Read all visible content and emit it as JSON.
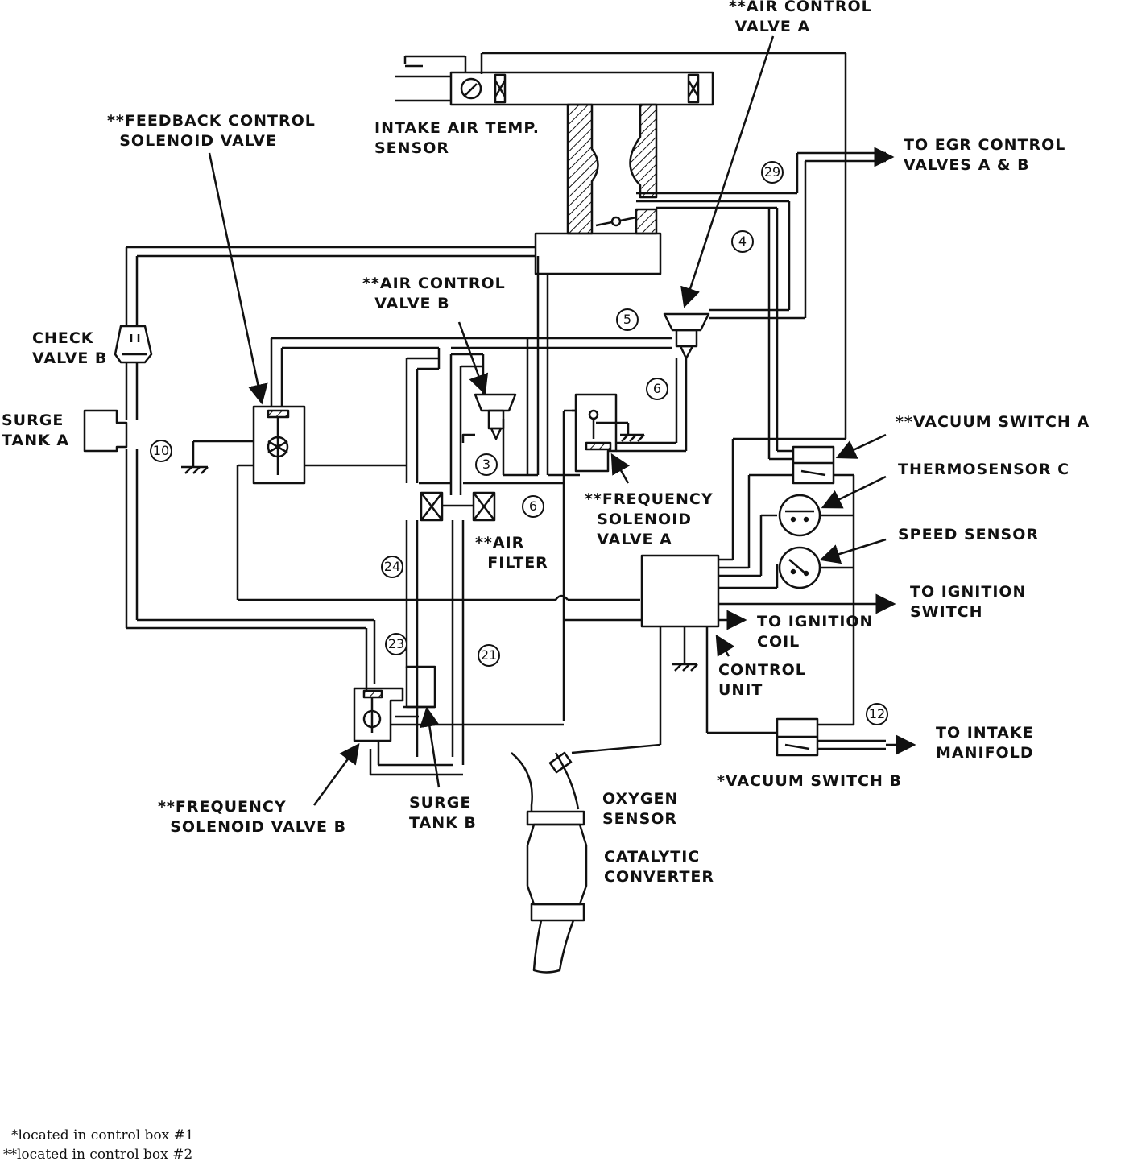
{
  "labels": {
    "air_control_valve_a": "**AIR CONTROL\n VALVE A",
    "intake_air_temp_sensor": "INTAKE AIR TEMP.\nSENSOR",
    "feedback_control_solenoid_valve": "**FEEDBACK CONTROL\n  SOLENOID VALVE",
    "to_egr_control_valves": "TO EGR CONTROL\nVALVES A & B",
    "air_control_valve_b": "**AIR CONTROL\n  VALVE B",
    "check_valve_b": "CHECK\nVALVE B",
    "surge_tank_a": "SURGE\nTANK A",
    "vacuum_switch_a": "**VACUUM SWITCH A",
    "thermosensor_c": "THERMOSENSOR C",
    "frequency_solenoid_valve_a": "**FREQUENCY\n  SOLENOID\n  VALVE A",
    "speed_sensor": "SPEED SENSOR",
    "air_filter": "**AIR\n  FILTER",
    "to_ignition_switch": "TO IGNITION\nSWITCH",
    "to_ignition_coil": "TO IGNITION\nCOIL",
    "control_unit": "CONTROL\nUNIT",
    "to_intake_manifold": "TO INTAKE\nMANIFOLD",
    "vacuum_switch_b": "*VACUUM SWITCH B",
    "frequency_solenoid_valve_b": "**FREQUENCY\n  SOLENOID VALVE B",
    "surge_tank_b": "SURGE\nTANK B",
    "oxygen_sensor": "OXYGEN\nSENSOR",
    "catalytic_converter": "CATALYTIC\nCONVERTER"
  },
  "circled_numbers": {
    "n29": "29",
    "n4": "4",
    "n5": "5",
    "n6a": "6",
    "n6b": "6",
    "n3": "3",
    "n10": "10",
    "n24": "24",
    "n23": "23",
    "n21": "21",
    "n12": "12"
  },
  "footnotes": {
    "box1": "*located in control box #1",
    "box2": "**located in control box #2"
  },
  "colors": {
    "ink": "#111111",
    "paper": "#ffffff"
  }
}
